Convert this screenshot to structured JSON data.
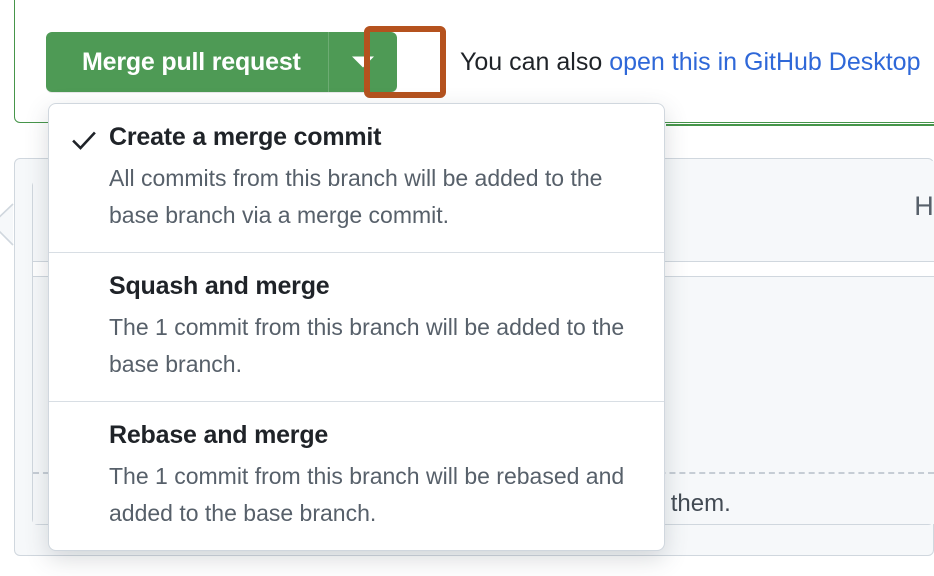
{
  "merge_button": {
    "label": "Merge pull request",
    "caret_icon": "chevron-down-icon",
    "green": "#4e9a55",
    "highlight_color": "#b5521e"
  },
  "also_line": {
    "prefix": "You can also ",
    "link_text": "open this in GitHub Desktop",
    "link_color": "#2f68d8"
  },
  "dropdown": {
    "items": [
      {
        "title": "Create a merge commit",
        "description": "All commits from this branch will be added to the base branch via a merge commit.",
        "checked": true,
        "check_icon": "check-icon"
      },
      {
        "title": "Squash and merge",
        "description": "The 1 commit from this branch will be added to the base branch.",
        "checked": false
      },
      {
        "title": "Rebase and merge",
        "description": "The 1 commit from this branch will be rebased and added to the base branch.",
        "checked": false
      }
    ]
  },
  "background": {
    "card_header_text": "H",
    "card_body_text": "asting them."
  }
}
